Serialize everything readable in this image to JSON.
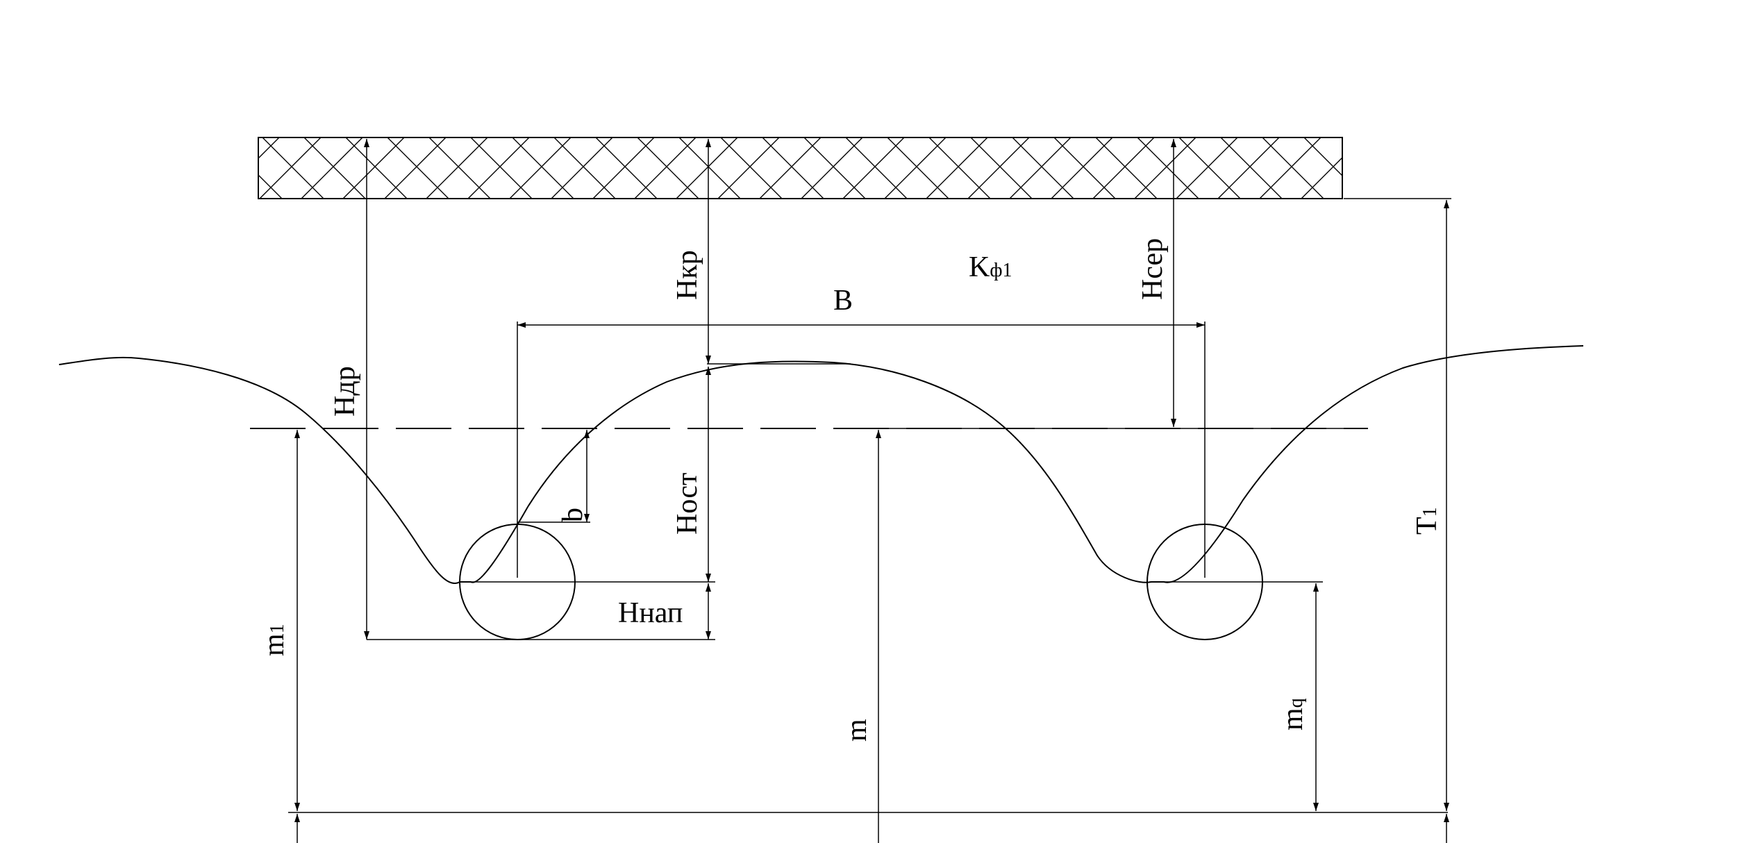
{
  "diagram": {
    "labels": {
      "h_dr": "Hдр",
      "h_kr": "Hкр",
      "h_ser": "Hсер",
      "k_f": "K",
      "k_f_sub": "ф1",
      "b_upper": "B",
      "b_lower": "b",
      "h_ost": "Hост",
      "h_nap": "Hнап",
      "m1": "m",
      "m1_sub": "1",
      "m": "m",
      "mq": "m",
      "mq_sub": "q",
      "t1": "T",
      "t1_sub": "1"
    }
  }
}
